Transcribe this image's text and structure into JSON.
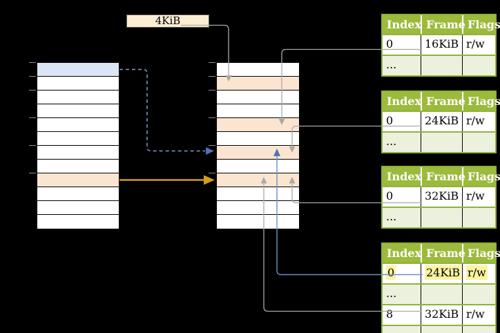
{
  "colors": {
    "canvas_bg": "#000000",
    "header_green": "#9cba3c",
    "table_border_green": "#8fb33a",
    "row_light_green": "#ebf1dc",
    "orange_row": "#fce5d0",
    "blue_row": "#dae5f5",
    "cream_box": "#fceed3",
    "highlight_yellow": "#faf4a2",
    "gray_arrow": "#a9a9a9",
    "blue_arrow": "#6d8fc7",
    "blue_arrow_head": "#4d74b5",
    "blue_dashed": "#7d9ed1",
    "gold_arrow": "#d29e16",
    "tick_gray": "#8c8c8c"
  },
  "size_label": {
    "text": "4KiB"
  },
  "memory_tables": {
    "left": {
      "row_count": 12,
      "blue_rows": [
        1
      ],
      "orange_rows": [
        9
      ],
      "tick_rows": [
        1,
        2,
        3,
        5,
        7,
        9
      ]
    },
    "middle": {
      "row_count": 12,
      "orange_rows": [
        2,
        5,
        7,
        9
      ],
      "tick_rows": [
        1,
        2,
        3,
        5,
        7,
        9
      ]
    }
  },
  "page_tables": [
    {
      "headers": [
        "Index",
        "Frame",
        "Flags"
      ],
      "rows": [
        {
          "index": "0",
          "frame": "16KiB",
          "flags": "r/w"
        },
        {
          "index": "...",
          "frame": "",
          "flags": ""
        }
      ]
    },
    {
      "headers": [
        "Index",
        "Frame",
        "Flags"
      ],
      "rows": [
        {
          "index": "0",
          "frame": "24KiB",
          "flags": "r/w"
        },
        {
          "index": "...",
          "frame": "",
          "flags": ""
        }
      ]
    },
    {
      "headers": [
        "Index",
        "Frame",
        "Flags"
      ],
      "rows": [
        {
          "index": "0",
          "frame": "32KiB",
          "flags": "r/w"
        },
        {
          "index": "...",
          "frame": "",
          "flags": ""
        }
      ]
    },
    {
      "headers": [
        "Index",
        "Frame",
        "Flags"
      ],
      "rows": [
        {
          "index": "0",
          "frame": "24KiB",
          "flags": "r/w"
        },
        {
          "index": "...",
          "frame": "",
          "flags": ""
        },
        {
          "index": "8",
          "frame": "32KiB",
          "flags": "r/w"
        },
        {
          "index": "...",
          "frame": "",
          "flags": ""
        }
      ]
    }
  ]
}
